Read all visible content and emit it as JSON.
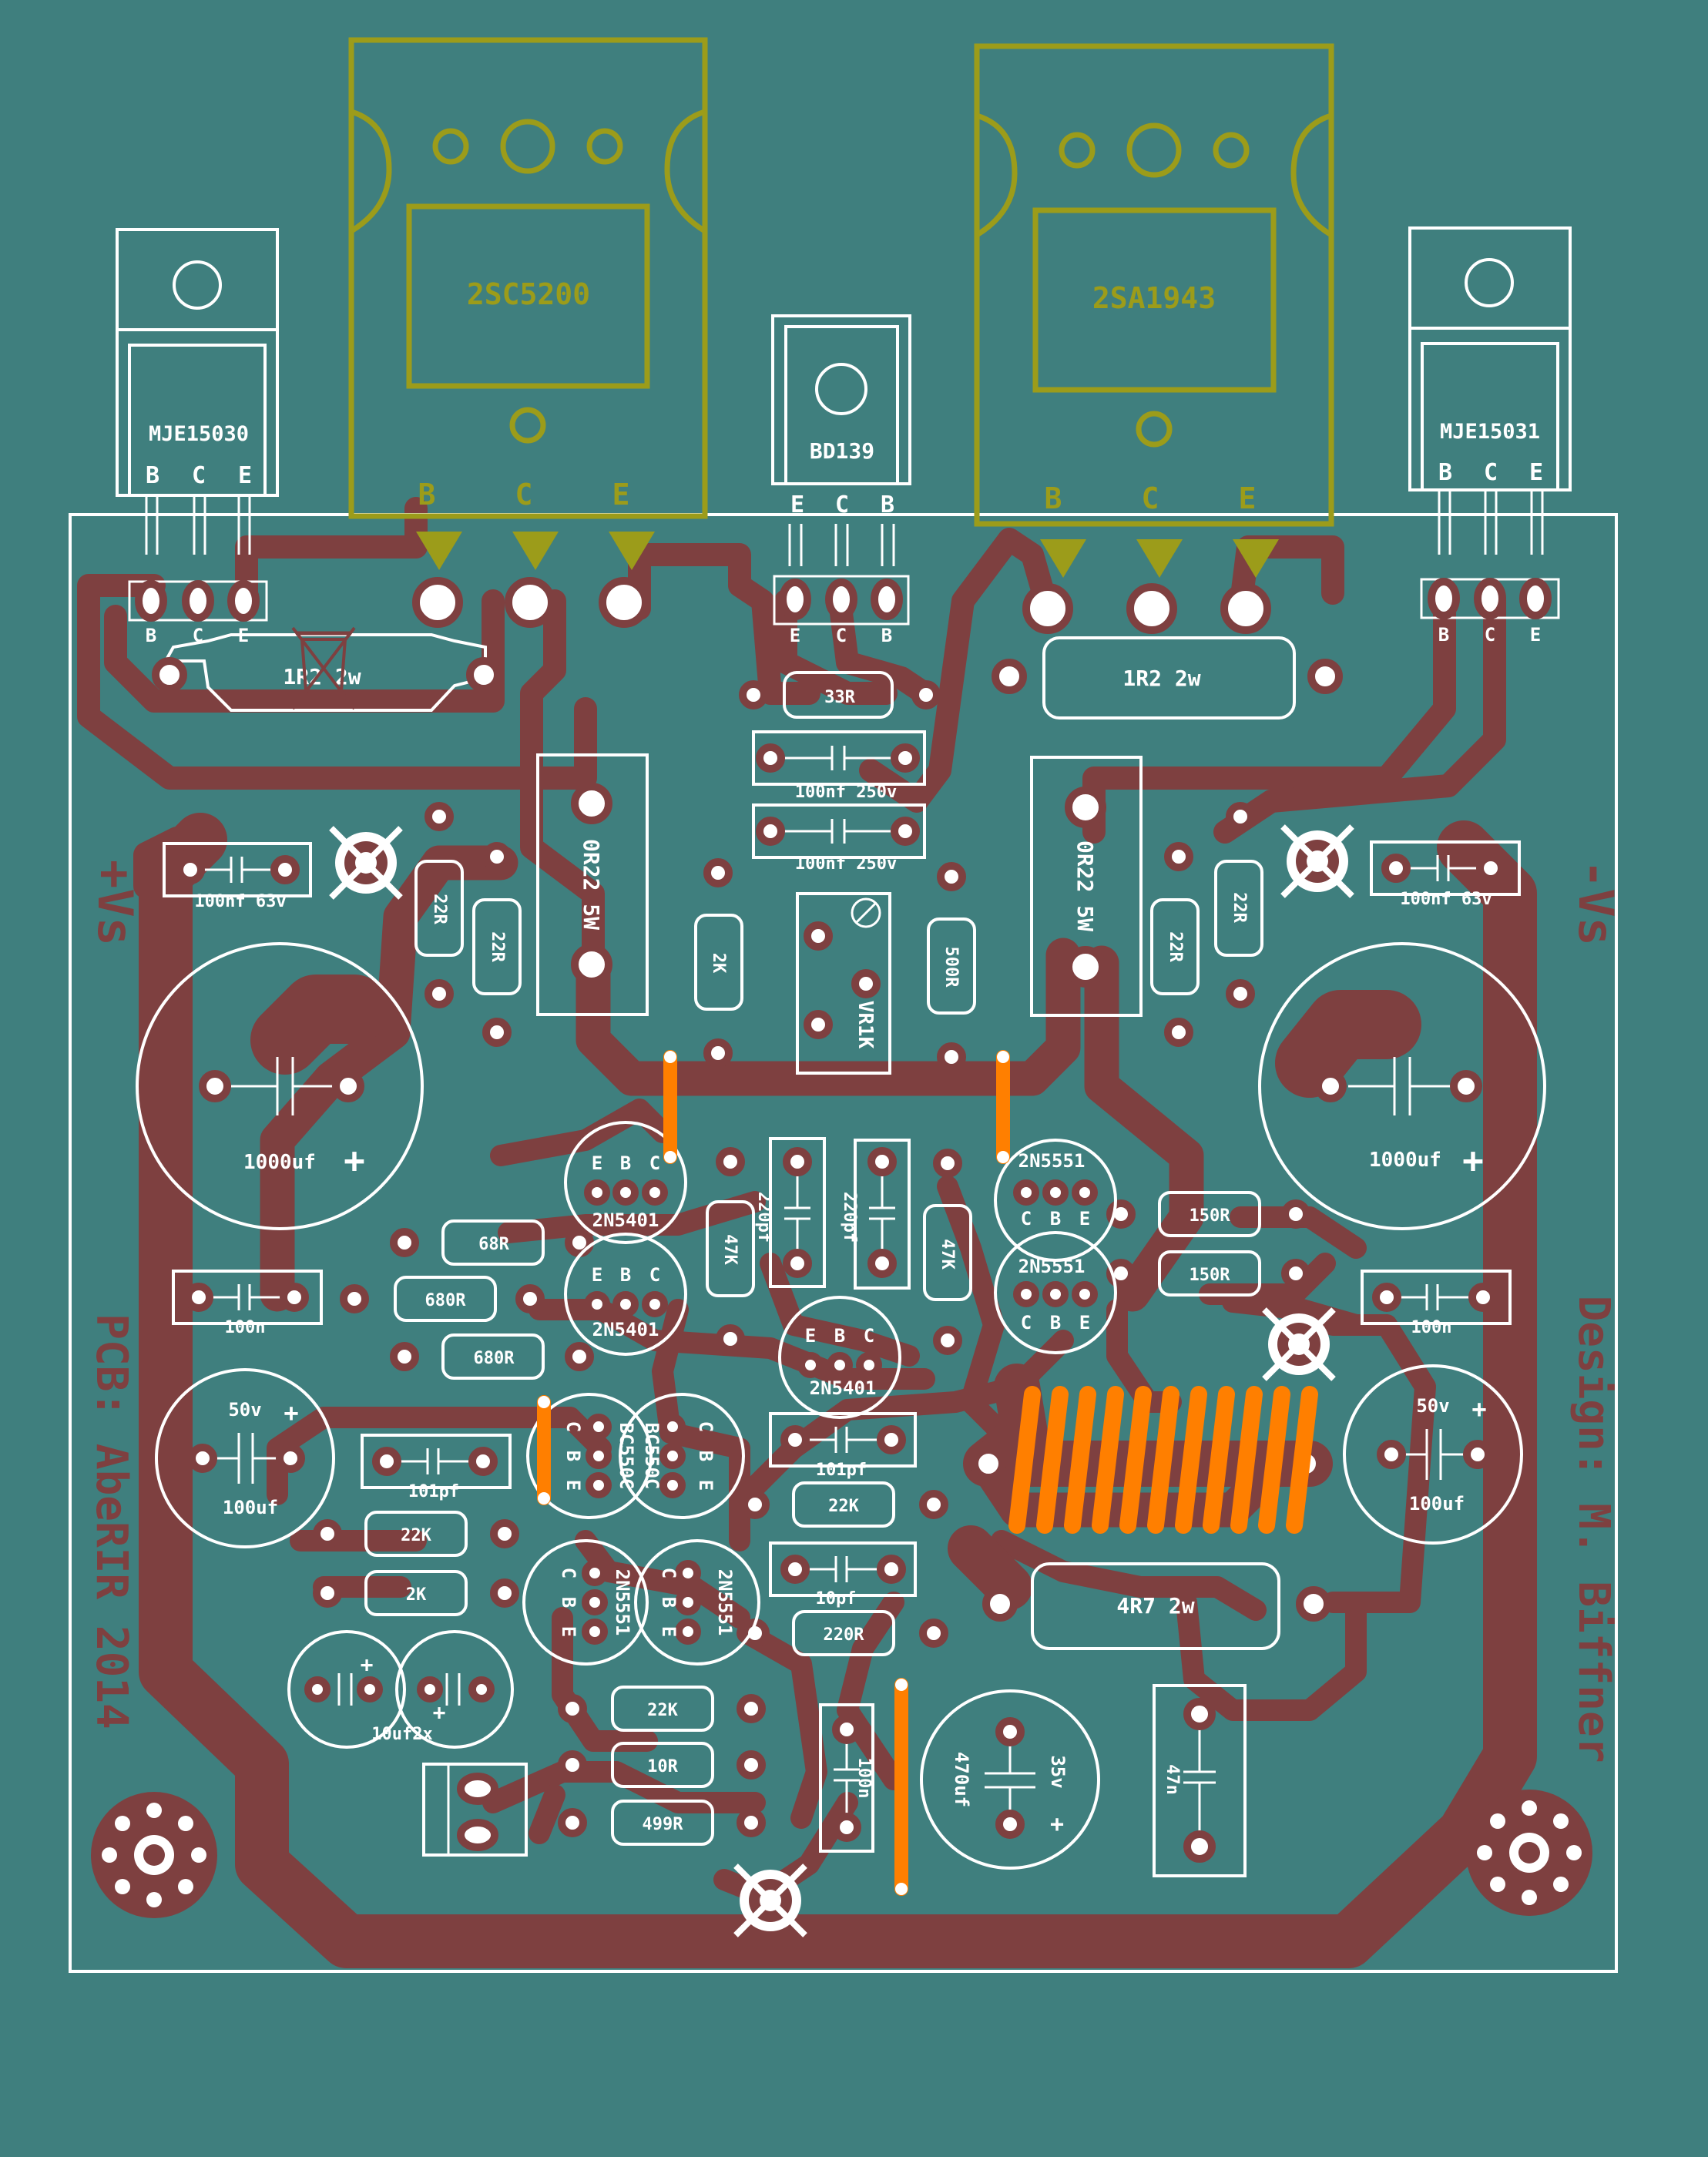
{
  "colors": {
    "background": "#3f7f7e",
    "copper": "#7e4040",
    "silkscreen": "#ffffff",
    "heatsink_outline": "#9c9c1a",
    "jumper": "#ff7f00"
  },
  "credits": {
    "pcb": "PCB: AbeRIR 2014",
    "design": "Design: M. Biffner"
  },
  "rails": {
    "positive": "+Vs",
    "negative": "-Vs"
  },
  "power_transistors": {
    "npn": {
      "part": "2SC5200",
      "pins": [
        "B",
        "C",
        "E"
      ]
    },
    "pnp": {
      "part": "2SA1943",
      "pins": [
        "B",
        "C",
        "E"
      ]
    }
  },
  "drivers": {
    "left": {
      "part": "MJE15030",
      "pins": [
        "B",
        "C",
        "E"
      ]
    },
    "right": {
      "part": "MJE15031",
      "pins": [
        "B",
        "C",
        "E"
      ]
    }
  },
  "bias_transistor": {
    "part": "BD139",
    "pins": [
      "E",
      "C",
      "B"
    ]
  },
  "to92_transistors": [
    {
      "id": "q-2n5401-a",
      "part": "2N5401",
      "pins": [
        "E",
        "B",
        "C"
      ]
    },
    {
      "id": "q-2n5401-b",
      "part": "2N5401",
      "pins": [
        "E",
        "B",
        "C"
      ]
    },
    {
      "id": "q-2n5401-c",
      "part": "2N5401",
      "pins": [
        "E",
        "B",
        "C"
      ]
    },
    {
      "id": "q-2n5551-a",
      "part": "2N5551",
      "pins": [
        "C",
        "B",
        "E"
      ]
    },
    {
      "id": "q-2n5551-b",
      "part": "2N5551",
      "pins": [
        "C",
        "B",
        "E"
      ]
    },
    {
      "id": "q-bc550c-a",
      "part": "BC550C",
      "pins": [
        "C",
        "B",
        "E"
      ]
    },
    {
      "id": "q-bc550c-b",
      "part": "BC550C",
      "pins": [
        "C",
        "B",
        "E"
      ]
    },
    {
      "id": "q-2n5551-c",
      "part": "2N5551",
      "pins": [
        "C",
        "B",
        "E"
      ]
    },
    {
      "id": "q-2n5551-d",
      "part": "2N5551",
      "pins": [
        "C",
        "B",
        "E"
      ]
    }
  ],
  "resistors": [
    {
      "id": "r-1r2-left",
      "value": "1R2 2w"
    },
    {
      "id": "r-1r2-right",
      "value": "1R2 2w"
    },
    {
      "id": "r-33r",
      "value": "33R"
    },
    {
      "id": "r-0r22-left",
      "value": "0R22 5W"
    },
    {
      "id": "r-0r22-right",
      "value": "0R22 5W"
    },
    {
      "id": "r-22r-l1",
      "value": "22R"
    },
    {
      "id": "r-22r-l2",
      "value": "22R"
    },
    {
      "id": "r-22r-r1",
      "value": "22R"
    },
    {
      "id": "r-22r-r2",
      "value": "22R"
    },
    {
      "id": "r-2k-top",
      "value": "2K"
    },
    {
      "id": "r-500r",
      "value": "500R"
    },
    {
      "id": "r-47k-a",
      "value": "47K"
    },
    {
      "id": "r-47k-b",
      "value": "47K"
    },
    {
      "id": "r-68r",
      "value": "68R"
    },
    {
      "id": "r-680r-a",
      "value": "680R"
    },
    {
      "id": "r-680r-b",
      "value": "680R"
    },
    {
      "id": "r-150r-a",
      "value": "150R"
    },
    {
      "id": "r-150r-b",
      "value": "150R"
    },
    {
      "id": "r-22k-a",
      "value": "22K"
    },
    {
      "id": "r-2k-low",
      "value": "2K"
    },
    {
      "id": "r-22k-b",
      "value": "22K"
    },
    {
      "id": "r-220r",
      "value": "220R"
    },
    {
      "id": "r-22k-c",
      "value": "22K"
    },
    {
      "id": "r-10r",
      "value": "10R"
    },
    {
      "id": "r-499r",
      "value": "499R"
    },
    {
      "id": "r-4r7",
      "value": "4R7  2w"
    }
  ],
  "trimmer": {
    "value": "VR1K"
  },
  "capacitors": [
    {
      "id": "c-100nf-250v-a",
      "value": "100nf 250v"
    },
    {
      "id": "c-100nf-250v-b",
      "value": "100nf 250v"
    },
    {
      "id": "c-100nf-63v-left",
      "value": "100nf 63v"
    },
    {
      "id": "c-100nf-63v-right",
      "value": "100nf 63v"
    },
    {
      "id": "c-1000uf-left",
      "value": "1000uf"
    },
    {
      "id": "c-1000uf-right",
      "value": "1000uf"
    },
    {
      "id": "c-220pf-a",
      "value": "220pf"
    },
    {
      "id": "c-220pf-b",
      "value": "220pf"
    },
    {
      "id": "c-100n-left",
      "value": "100n"
    },
    {
      "id": "c-100n-right",
      "value": "100n"
    },
    {
      "id": "c-100uf-left",
      "value": "100uf",
      "voltage": "50v"
    },
    {
      "id": "c-100uf-right",
      "value": "100uf",
      "voltage": "50v"
    },
    {
      "id": "c-101pf-a",
      "value": "101pf"
    },
    {
      "id": "c-101pf-b",
      "value": "101pf"
    },
    {
      "id": "c-10pf",
      "value": "10pf"
    },
    {
      "id": "c-10uf",
      "value": "10uf2x"
    },
    {
      "id": "c-100n-small",
      "value": "100n"
    },
    {
      "id": "c-470uf",
      "value": "470uf",
      "voltage": "35v"
    },
    {
      "id": "c-47n",
      "value": "47n"
    }
  ],
  "marks": {
    "plus": "+"
  }
}
